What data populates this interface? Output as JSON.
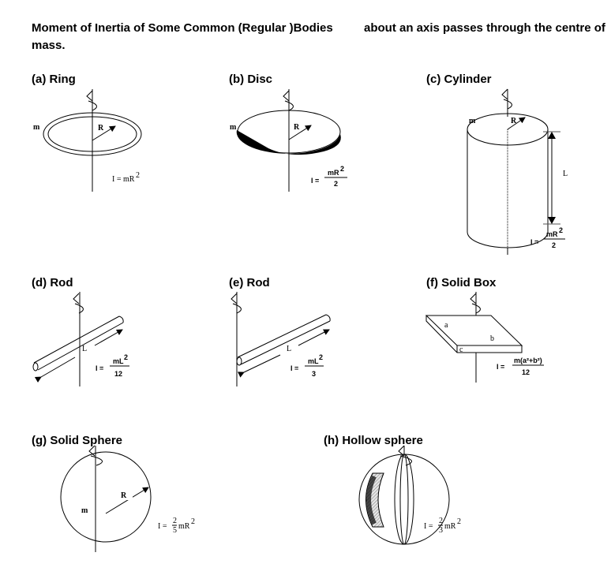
{
  "heading": {
    "line1_left": "Moment of Inertia of Some Common (Regular )Bodies",
    "line1_right": "about an axis passes through the centre of",
    "line2": "mass."
  },
  "bodies": [
    {
      "label": "(a) Ring",
      "mass": "m",
      "radius": "R",
      "formula": "I = mR",
      "exp": "2"
    },
    {
      "label": "(b) Disc",
      "mass": "m",
      "radius": "R",
      "formula_lhs": "I =",
      "num": "mR",
      "exp": "2",
      "den": "2"
    },
    {
      "label": "(c) Cylinder",
      "mass": "m",
      "radius": "R",
      "length": "L",
      "formula_lhs": "I =",
      "num": "mR",
      "exp": "2",
      "den": "2"
    },
    {
      "label": "(d) Rod",
      "length": "L",
      "formula_lhs": "I =",
      "num": "mL",
      "exp": "2",
      "den": "12"
    },
    {
      "label": "(e) Rod",
      "length": "L",
      "formula_lhs": "I =",
      "num": "mL",
      "exp": "2",
      "den": "3"
    },
    {
      "label": "(f) Solid Box",
      "a": "a",
      "b": "b",
      "c": "c",
      "formula_lhs": "I =",
      "num": "m(a²+b²)",
      "den": "12"
    },
    {
      "label": "(g) Solid Sphere",
      "mass": "m",
      "radius": "R",
      "formula_lhs": "I =",
      "num": "2",
      "den": "5",
      "rest": "mR",
      "exp": "2"
    },
    {
      "label": "(h) Hollow sphere",
      "formula_lhs": "I =",
      "num": "2",
      "den": "3",
      "rest": "mR",
      "exp": "2"
    }
  ]
}
